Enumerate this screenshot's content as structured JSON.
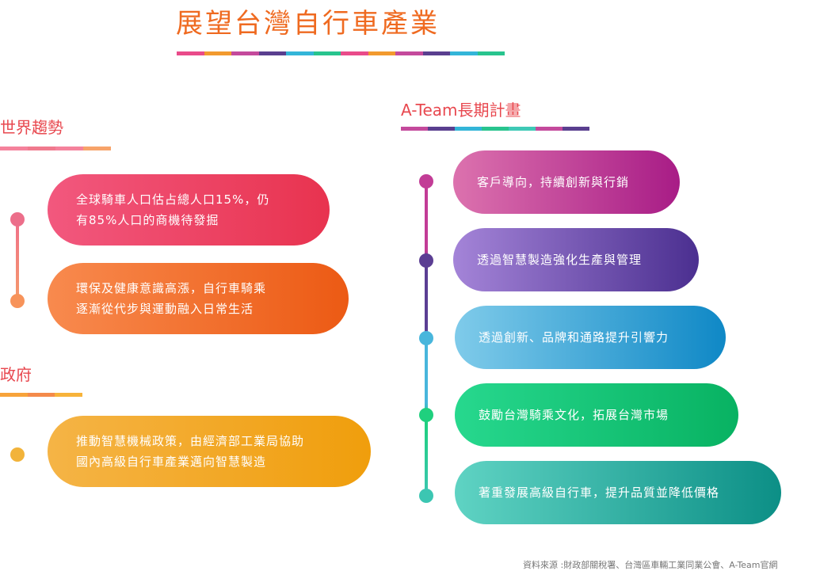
{
  "title": "展望台灣自行車產業",
  "colors": {
    "title": "#ef6a20",
    "section_title": "#e8484f",
    "title_stripe": [
      "#e94b8a",
      "#f29a2e",
      "#c44a9c",
      "#5a3f8f",
      "#33b5d8",
      "#28c48e",
      "#e94b8a",
      "#f29a2e",
      "#c44a9c",
      "#5a3f8f",
      "#33b5d8",
      "#28c48e"
    ]
  },
  "world": {
    "heading": "世界趨勢",
    "items": [
      {
        "lines": [
          "全球騎車人口估占總人口15%，仍",
          "有85%人口的商機待發掘"
        ]
      },
      {
        "lines": [
          "環保及健康意識高漲，自行車騎乘",
          "逐漸從代步與運動融入日常生活"
        ]
      }
    ]
  },
  "gov": {
    "heading": "政府",
    "items": [
      {
        "lines": [
          "推動智慧機械政策，由經濟部工業局協助",
          "國內高級自行車產業邁向智慧製造"
        ]
      }
    ]
  },
  "ateam": {
    "heading": "A-Team長期計畫",
    "items": [
      {
        "text": "客戶導向，持續創新與行銷"
      },
      {
        "text": "透過智慧製造強化生產與管理"
      },
      {
        "text": "透過創新、品牌和通路提升引響力"
      },
      {
        "text": "鼓勵台灣騎乘文化，拓展台灣市場"
      },
      {
        "text": "著重發展高級自行車，提升品質並降低價格"
      }
    ]
  },
  "source": "資料來源 :財政部關稅署、台灣區車輛工業同業公會、A-Team官網"
}
